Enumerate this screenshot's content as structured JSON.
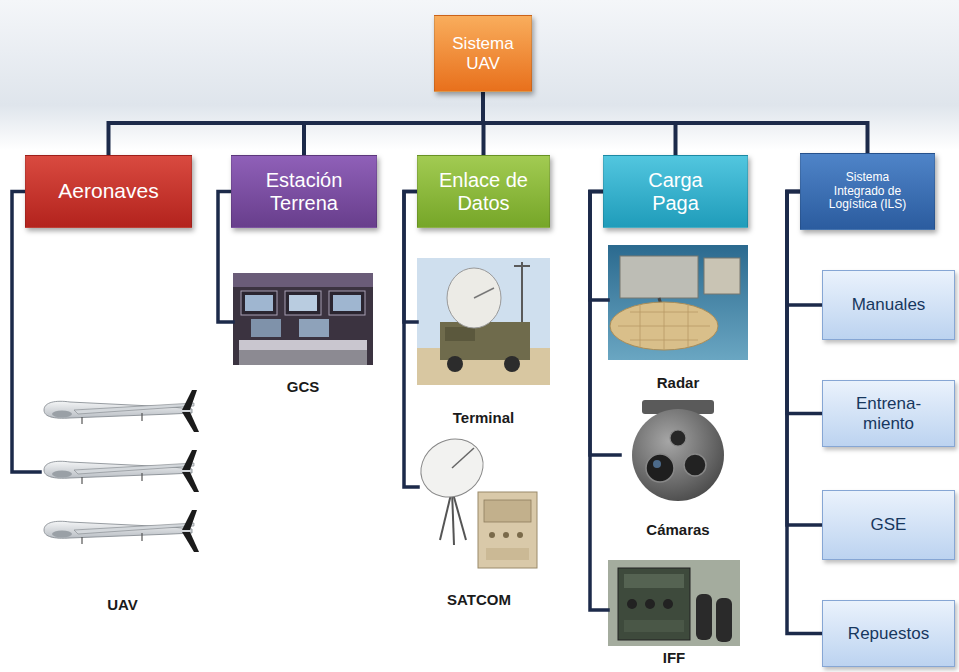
{
  "diagram": {
    "nodes": [
      {
        "text": [
          "Sistema UAV"
        ]
      },
      {
        "text": [
          "Aeronaves"
        ]
      },
      {
        "text": [
          "Estación Terrena"
        ]
      },
      {
        "text": [
          "Enlace de Datos"
        ]
      },
      {
        "text": [
          "Carga Paga"
        ]
      },
      {
        "text": [
          "Sistema Integrado de Logística (ILS)"
        ]
      },
      {
        "text": [
          "UAV"
        ]
      },
      {
        "text": [
          "GCS"
        ]
      },
      {
        "text": [
          "Terminal"
        ]
      },
      {
        "text": [
          "SATCOM"
        ]
      },
      {
        "text": [
          "Radar"
        ]
      },
      {
        "text": [
          "Cámaras"
        ]
      },
      {
        "text": [
          "IFF"
        ]
      },
      {
        "text": [
          "Manuales"
        ]
      },
      {
        "text": [
          "Entrena- miento"
        ]
      },
      {
        "text": [
          "GSE"
        ]
      },
      {
        "text": [
          "Repuestos"
        ]
      }
    ],
    "edges": [
      {
        "from": 0,
        "to": 1,
        "arrow": "none"
      },
      {
        "from": 0,
        "to": 2,
        "arrow": "none"
      },
      {
        "from": 0,
        "to": 3,
        "arrow": "none"
      },
      {
        "from": 0,
        "to": 4,
        "arrow": "none"
      },
      {
        "from": 0,
        "to": 5,
        "arrow": "none"
      },
      {
        "from": 1,
        "to": 6,
        "arrow": "none"
      },
      {
        "from": 2,
        "to": 7,
        "arrow": "none"
      },
      {
        "from": 3,
        "to": 8,
        "arrow": "none"
      },
      {
        "from": 3,
        "to": 9,
        "arrow": "none"
      },
      {
        "from": 4,
        "to": 10,
        "arrow": "none"
      },
      {
        "from": 4,
        "to": 11,
        "arrow": "none"
      },
      {
        "from": 4,
        "to": 12,
        "arrow": "none"
      },
      {
        "from": 5,
        "to": 13,
        "arrow": "none"
      },
      {
        "from": 5,
        "to": 14,
        "arrow": "none"
      },
      {
        "from": 5,
        "to": 15,
        "arrow": "none"
      },
      {
        "from": 5,
        "to": 16,
        "arrow": "none"
      }
    ]
  }
}
